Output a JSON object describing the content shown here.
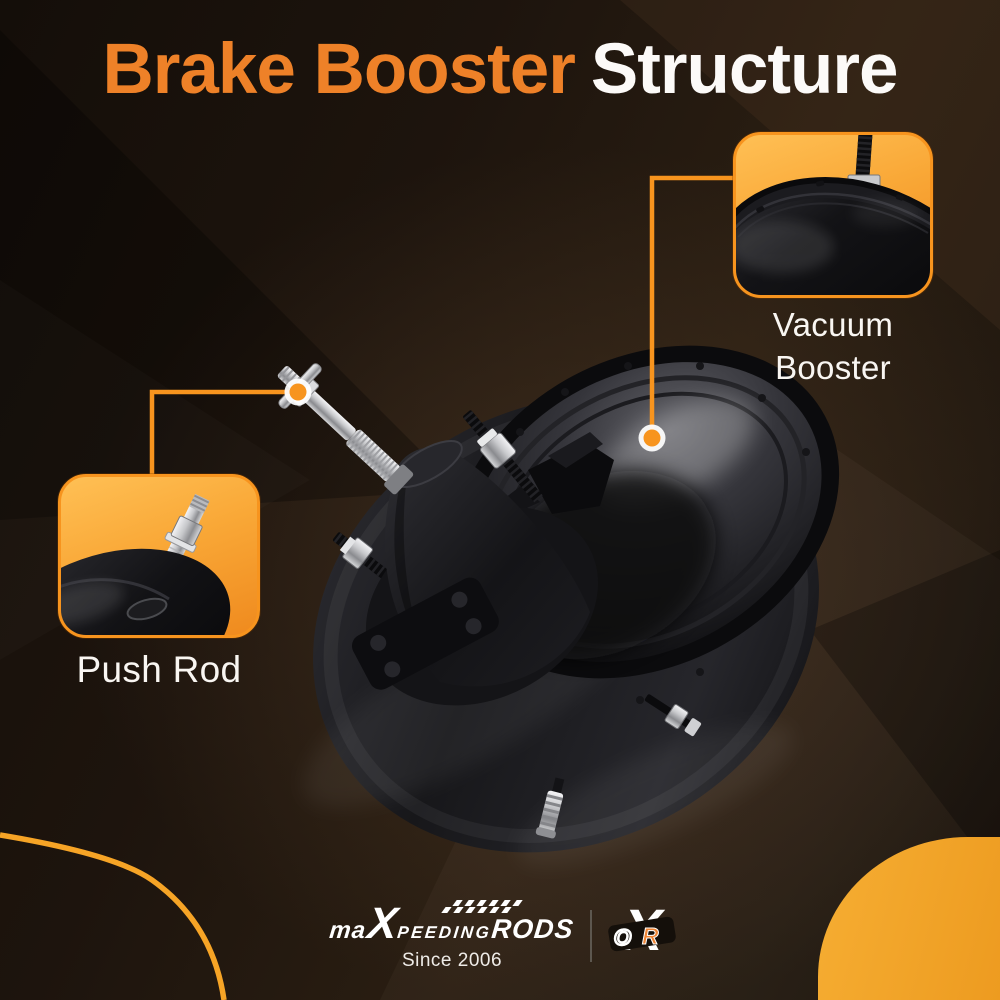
{
  "title": {
    "accent": "Brake Booster",
    "rest": "Structure"
  },
  "callouts": {
    "vacuum_booster": {
      "line1": "Vacuum",
      "line2": "Booster"
    },
    "push_rod": {
      "label": "Push Rod"
    }
  },
  "footer": {
    "brand": {
      "prefix": "ma",
      "x": "X",
      "mid": "peeding",
      "suffix": "RODS",
      "tagline": "Since 2006"
    },
    "xor_logo": {
      "x": "X",
      "o": "O",
      "r": "R"
    }
  },
  "colors": {
    "accent_orange": "#F7941E",
    "title_orange": "#EE8128",
    "callout_gradient_start": "#FFC055",
    "callout_gradient_end": "#EF8A1E",
    "corner_blob_orange": "#F2A62C",
    "text_light": "#F9F6F2",
    "background_dark": "#1A130D"
  }
}
